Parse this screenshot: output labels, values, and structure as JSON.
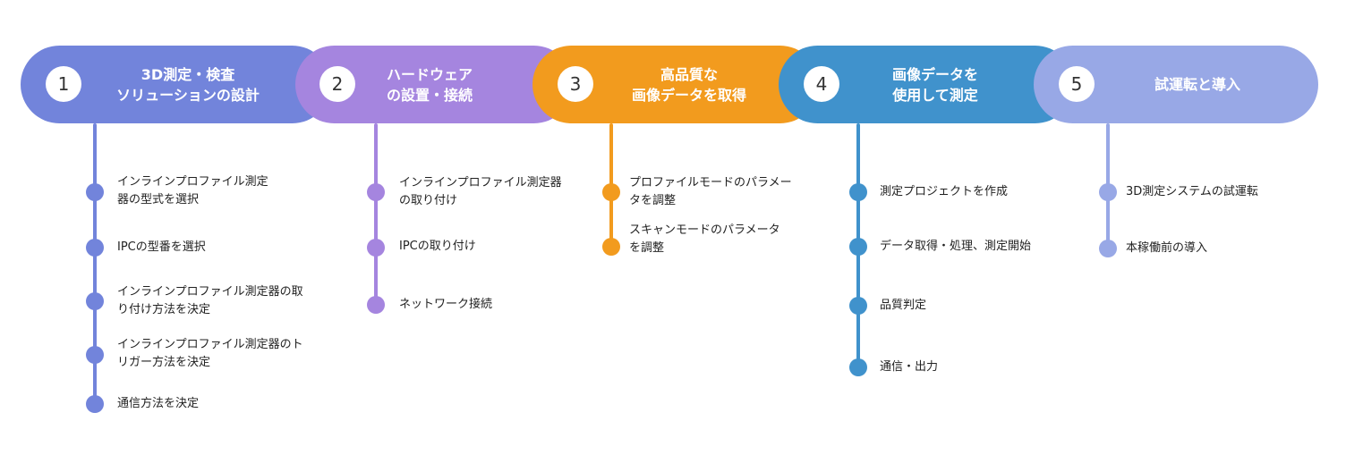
{
  "colors": {
    "step1": "#7284db",
    "step2": "#a585df",
    "step3": "#f29b1e",
    "step4": "#4092cc",
    "step5": "#98a8e6"
  },
  "steps": [
    {
      "number": "1",
      "title": [
        "3D測定・検査",
        "ソリューションの設計"
      ],
      "items": [
        [
          "インラインプロファイル測定",
          "器の型式を選択"
        ],
        [
          "IPCの型番を選択"
        ],
        [
          "インラインプロファイル測定器の取",
          "り付け方法を決定"
        ],
        [
          "インラインプロファイル測定器のト",
          "リガー方法を決定"
        ],
        [
          "通信方法を決定"
        ]
      ]
    },
    {
      "number": "2",
      "title": [
        "ハードウェア",
        "の設置・接続"
      ],
      "items": [
        [
          "インラインプロファイル測定器",
          "の取り付け"
        ],
        [
          "IPCの取り付け"
        ],
        [
          "ネットワーク接続"
        ]
      ]
    },
    {
      "number": "3",
      "title": [
        "高品質な",
        "画像データを取得"
      ],
      "items": [
        [
          "プロファイルモードのパラメー",
          "タを調整"
        ],
        [
          "スキャンモードのパラメータ",
          "を調整"
        ]
      ]
    },
    {
      "number": "4",
      "title": [
        "画像データを",
        "使用して測定"
      ],
      "items": [
        [
          "測定プロジェクトを作成"
        ],
        [
          "データ取得・処理、測定開始"
        ],
        [
          "品質判定"
        ],
        [
          "通信・出力"
        ]
      ]
    },
    {
      "number": "5",
      "title": [
        "試運転と導入"
      ],
      "items": [
        [
          "3D測定システムの試運転"
        ],
        [
          "本稼働前の導入"
        ]
      ]
    }
  ]
}
